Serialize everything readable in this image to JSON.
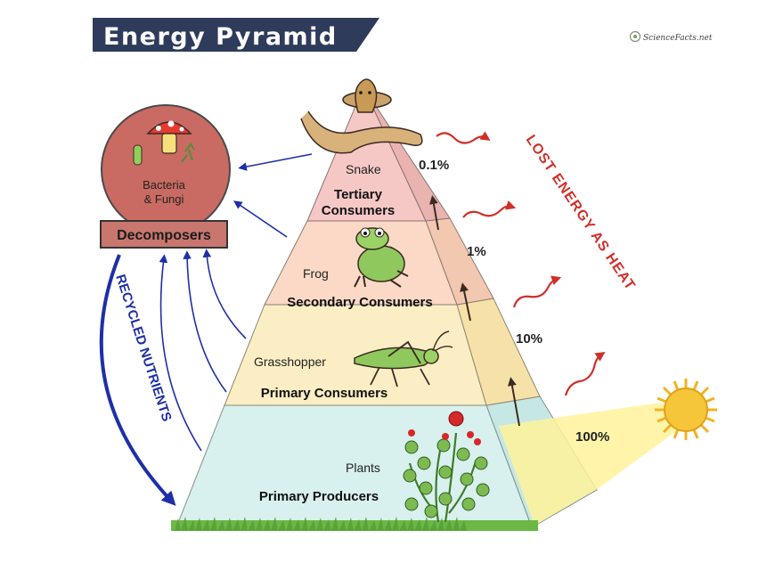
{
  "title": "Energy Pyramid",
  "brand": "ScienceFacts.net",
  "side": {
    "decomposers_label": "Decomposers",
    "bacteria_line1": "Bacteria",
    "bacteria_line2": "& Fungi",
    "recycled": "RECYCLED NUTRIENTS",
    "lost_energy": "LOST ENERGY AS HEAT"
  },
  "levels": [
    {
      "organism": "Plants",
      "role": "Primary Producers",
      "energy": "100%",
      "color": "#d8f1ee"
    },
    {
      "organism": "Grasshopper",
      "role": "Primary Consumers",
      "energy": "10%",
      "color": "#fbeec4"
    },
    {
      "organism": "Frog",
      "role": "Secondary Consumers",
      "energy": "1%",
      "color": "#fbd9c6"
    },
    {
      "organism": "Snake",
      "role_line1": "Tertiary",
      "role_line2": "Consumers",
      "energy": "0.1%",
      "color": "#f5c8c6"
    }
  ],
  "colors": {
    "banner": "#2e3b5b",
    "heat": "#d0302a",
    "nutrients": "#1e2fa8",
    "decomposer_circle": "#c96b62",
    "decomposer_box": "#c8766e",
    "sun": "#f3b321",
    "grass": "#5aa33b"
  },
  "icons": [
    "snake-icon",
    "frog-icon",
    "grasshopper-icon",
    "plant-icon",
    "mushroom-icon",
    "sun-icon",
    "brand-logo-icon"
  ]
}
